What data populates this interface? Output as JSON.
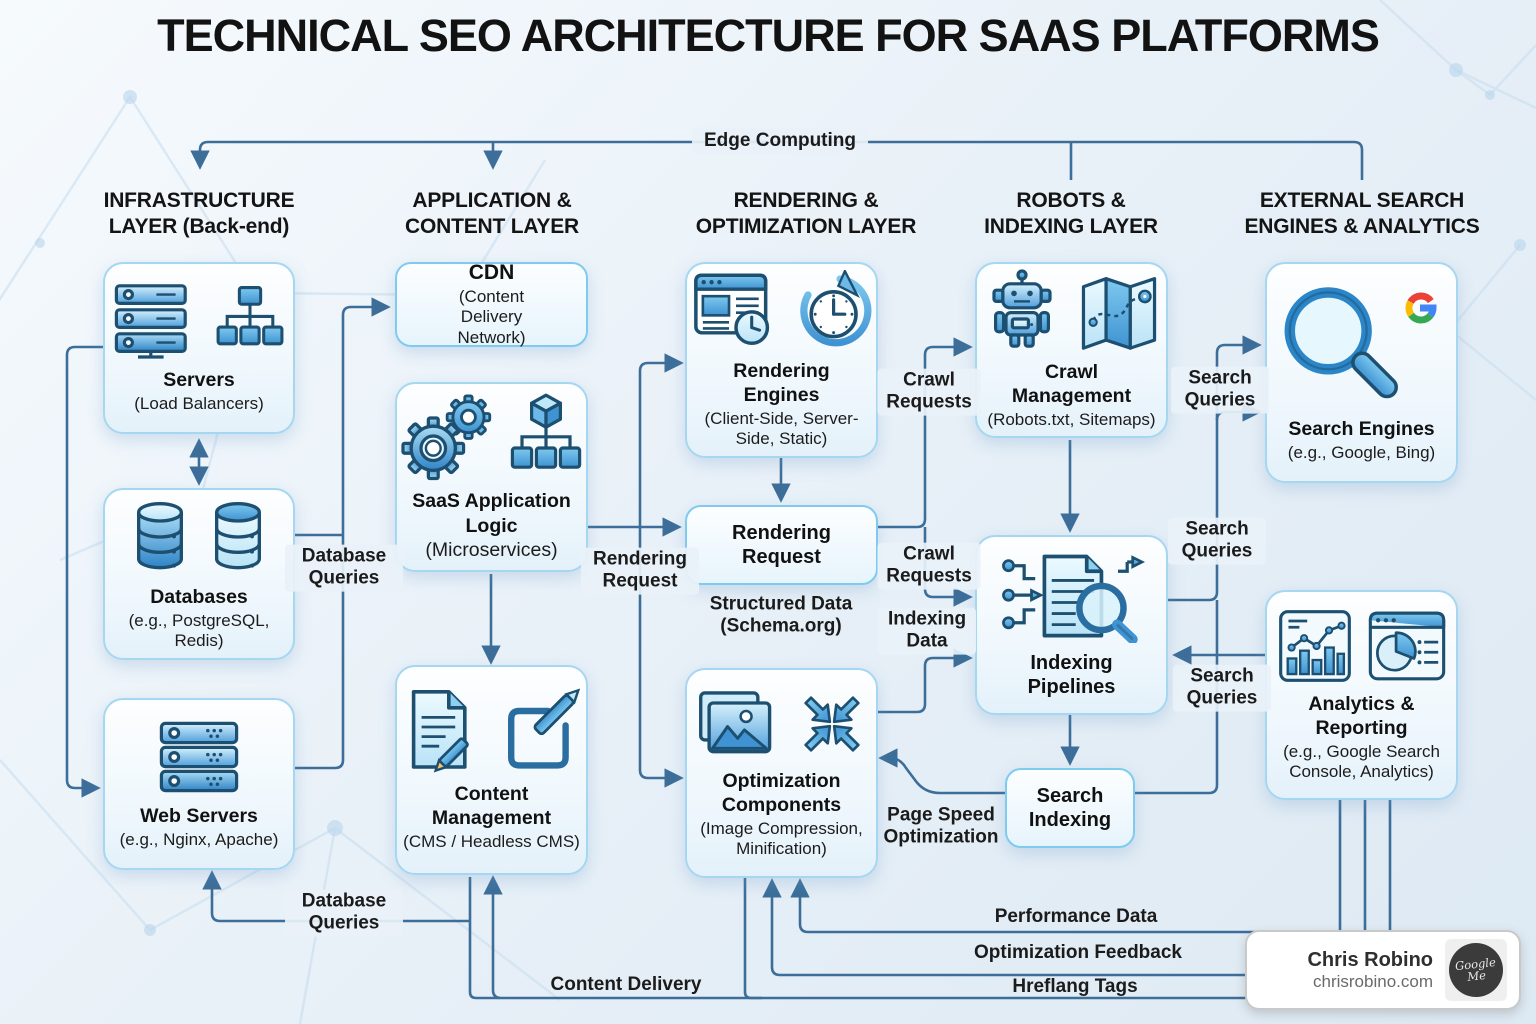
{
  "title": "TECHNICAL SEO ARCHITECTURE FOR SAAS PLATFORMS",
  "edge_computing_label": "Edge Computing",
  "columns": [
    {
      "line1": "INFRASTRUCTURE",
      "line2": "LAYER (Back-end)"
    },
    {
      "line1": "APPLICATION &",
      "line2": "CONTENT LAYER"
    },
    {
      "line1": "RENDERING &",
      "line2": "OPTIMIZATION LAYER"
    },
    {
      "line1": "ROBOTS &",
      "line2": "INDEXING LAYER"
    },
    {
      "line1": "EXTERNAL SEARCH",
      "line2": "ENGINES & ANALYTICS"
    }
  ],
  "nodes": {
    "servers": {
      "title": "Servers",
      "subtitle": "(Load Balancers)",
      "icons": [
        "server-rack-icon",
        "network-tree-icon"
      ]
    },
    "databases": {
      "title": "Databases",
      "subtitle": "(e.g., PostgreSQL, Redis)",
      "icons": [
        "database-icon",
        "database-icon"
      ]
    },
    "web_servers": {
      "title": "Web Servers",
      "subtitle": "(e.g., Nginx, Apache)",
      "icons": [
        "server-rack-icon"
      ]
    },
    "cdn": {
      "title": "CDN",
      "subtitle": "(Content Delivery Network)",
      "icons": []
    },
    "saas_logic": {
      "title": "SaaS Application Logic",
      "subtitle": "(Microservices)",
      "icons": [
        "gears-icon",
        "microservices-tree-icon"
      ]
    },
    "content_management": {
      "title": "Content Management",
      "subtitle": "(CMS / Headless CMS)",
      "icons": [
        "document-edit-icon",
        "edit-square-icon"
      ]
    },
    "rendering_engines": {
      "title": "Rendering Engines",
      "subtitle": "(Client-Side, Server-Side, Static)",
      "icons": [
        "browser-clock-icon",
        "clock-refresh-icon"
      ]
    },
    "rendering_request": {
      "title": "Rendering Request",
      "icons": []
    },
    "optimization_components": {
      "title": "Optimization Components",
      "subtitle": "(Image Compression, Minification)",
      "icons": [
        "image-icon",
        "compress-arrows-icon"
      ]
    },
    "crawl_management": {
      "title": "Crawl Management",
      "subtitle": "(Robots.txt, Sitemaps)",
      "icons": [
        "robot-icon",
        "sitemap-map-icon"
      ]
    },
    "indexing_pipelines": {
      "title": "Indexing Pipelines",
      "icons": [
        "document-search-icon"
      ]
    },
    "search_indexing": {
      "title": "Search Indexing",
      "icons": []
    },
    "search_engines": {
      "title": "Search Engines",
      "subtitle": "(e.g., Google, Bing)",
      "icons": [
        "magnifier-icon",
        "google-logo-icon"
      ]
    },
    "analytics": {
      "title": "Analytics & Reporting",
      "subtitle": "(e.g., Google Search Console, Analytics)",
      "icons": [
        "bar-chart-icon",
        "pie-report-icon"
      ]
    }
  },
  "edge_labels": {
    "database_queries_top": "Database Queries",
    "database_queries_bottom": "Database Queries",
    "rendering_request": "Rendering Request",
    "crawl_requests_top": "Crawl Requests",
    "crawl_requests_mid": "Crawl Requests",
    "indexing_data": "Indexing Data",
    "search_queries_top": "Search Queries",
    "search_queries_mid": "Search Queries",
    "search_queries_bottom": "Search Queries",
    "page_speed": "Page Speed Optimization",
    "performance_data": "Performance Data",
    "optimization_feedback": "Optimization Feedback",
    "hreflang_tags": "Hreflang Tags",
    "content_delivery": "Content Delivery",
    "structured_data": "Structured Data (Schema.org)"
  },
  "badge": {
    "name": "Chris Robino",
    "website": "chrisrobino.com",
    "logo_line1": "Google",
    "logo_line2": "Me"
  },
  "colors": {
    "wire": "#3c6e99",
    "box_border": "#a5d7f1",
    "accent_border": "#7ecbef",
    "icon_dark": "#1d4f70",
    "google_blue": "#4285F4",
    "google_red": "#EA4335",
    "google_yellow": "#FBBC05",
    "google_green": "#34A853"
  }
}
